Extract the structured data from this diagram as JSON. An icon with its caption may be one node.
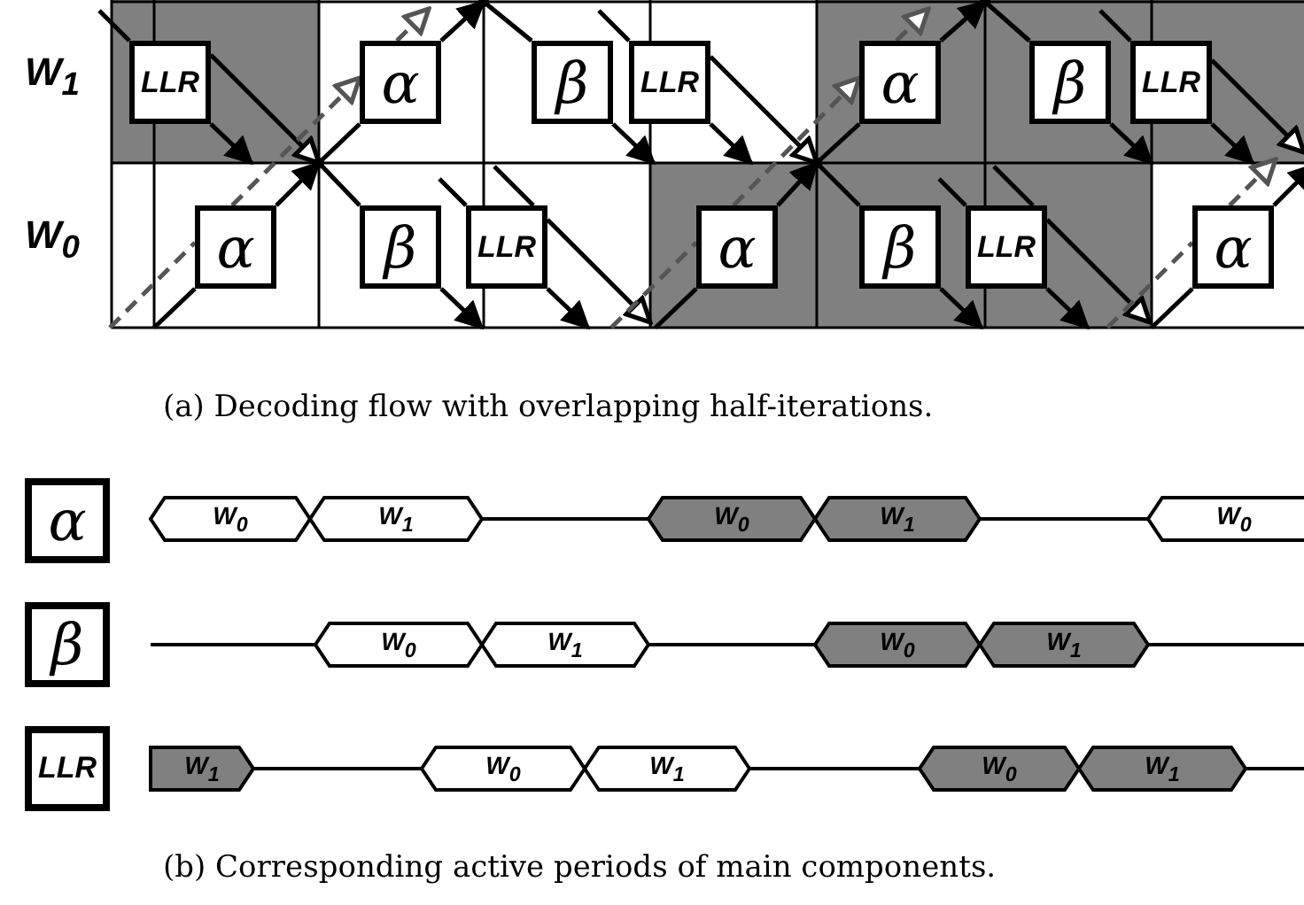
{
  "diagram": {
    "nodes": [
      {
        "text": [
          "LLR"
        ]
      },
      {
        "text": [
          "α"
        ]
      },
      {
        "text": [
          "β"
        ]
      },
      {
        "text": [
          "LLR"
        ]
      },
      {
        "text": [
          "α"
        ]
      },
      {
        "text": [
          "β"
        ]
      },
      {
        "text": [
          "LLR"
        ]
      },
      {
        "text": [
          "α"
        ]
      },
      {
        "text": [
          "β"
        ]
      },
      {
        "text": [
          "LLR"
        ]
      },
      {
        "text": [
          "α"
        ]
      },
      {
        "text": [
          "β"
        ]
      },
      {
        "text": [
          "LLR"
        ]
      },
      {
        "text": [
          "α"
        ]
      },
      {
        "text": [
          "α"
        ]
      },
      {
        "text": [
          "W$_{0}$"
        ]
      },
      {
        "text": [
          "W$_{1}$"
        ]
      },
      {
        "text": [
          "W$_{0}$"
        ]
      },
      {
        "text": [
          "W$_{1}$"
        ]
      },
      {
        "text": [
          "W$_{0}$"
        ]
      },
      {
        "text": [
          "β"
        ]
      },
      {
        "text": [
          "W$_{0}$"
        ]
      },
      {
        "text": [
          "W$_{1}$"
        ]
      },
      {
        "text": [
          "W$_{0}$"
        ]
      },
      {
        "text": [
          "W$_{1}$"
        ]
      },
      {
        "text": [
          "LLR"
        ]
      },
      {
        "text": [
          "W$_{1}$"
        ]
      },
      {
        "text": [
          "W$_{0}$"
        ]
      },
      {
        "text": [
          "W$_{1}$"
        ]
      },
      {
        "text": [
          "W$_{0}$"
        ]
      },
      {
        "text": [
          "W$_{1}$"
        ]
      },
      {
        "text": [],
        "shape": "circle"
      },
      {
        "text": [],
        "shape": "circle"
      },
      {
        "text": [],
        "shape": "circle"
      },
      {
        "text": [],
        "shape": "circle"
      }
    ],
    "edges": [
      {
        "from": 7,
        "to": 31,
        "arrow": "to"
      },
      {
        "from": 0,
        "to": 31,
        "arrow": "to"
      },
      {
        "from": 31,
        "to": 1,
        "arrow": "none"
      },
      {
        "from": 31,
        "to": 8,
        "arrow": "none"
      },
      {
        "from": 0,
        "to": 7,
        "arrow": "to"
      },
      {
        "from": null,
        "to": 0,
        "arrow": "none"
      },
      {
        "from": null,
        "to": 7,
        "arrow": "none"
      },
      {
        "from": 1,
        "to": 33,
        "arrow": "to"
      },
      {
        "from": 33,
        "to": 2,
        "arrow": "none"
      },
      {
        "from": 2,
        "to": 3,
        "arrow": "to"
      },
      {
        "from": null,
        "to": 3,
        "arrow": "none"
      },
      {
        "from": 3,
        "to": 10,
        "arrow": "to"
      },
      {
        "from": 10,
        "to": 32,
        "arrow": "to"
      },
      {
        "from": 3,
        "to": 32,
        "arrow": "to"
      },
      {
        "from": 32,
        "to": 4,
        "arrow": "none"
      },
      {
        "from": 32,
        "to": 11,
        "arrow": "none"
      },
      {
        "from": null,
        "to": 10,
        "arrow": "none"
      },
      {
        "from": 4,
        "to": 34,
        "arrow": "to"
      },
      {
        "from": 34,
        "to": 5,
        "arrow": "none"
      },
      {
        "from": 5,
        "to": 6,
        "arrow": "to"
      },
      {
        "from": null,
        "to": 6,
        "arrow": "none"
      },
      {
        "from": 6,
        "to": 13,
        "arrow": "to"
      },
      {
        "from": 13,
        "to": null,
        "arrow": "to"
      },
      {
        "from": 6,
        "to": null,
        "arrow": "to"
      },
      {
        "from": null,
        "to": 13,
        "arrow": "none"
      },
      {
        "from": 8,
        "to": 9,
        "arrow": "to"
      },
      {
        "from": null,
        "to": 9,
        "arrow": "none"
      },
      {
        "from": 9,
        "to": null,
        "arrow": "to"
      },
      {
        "from": 9,
        "to": null,
        "arrow": "to"
      },
      {
        "from": null,
        "to": 9,
        "arrow": "none"
      },
      {
        "from": 11,
        "to": 12,
        "arrow": "to"
      },
      {
        "from": null,
        "to": 12,
        "arrow": "none"
      },
      {
        "from": 12,
        "to": null,
        "arrow": "to"
      },
      {
        "from": null,
        "to": 12,
        "arrow": "none"
      },
      {
        "from": 12,
        "to": null,
        "arrow": "to"
      },
      {
        "from": null,
        "to": 7,
        "arrow": "none",
        "style": "dashed",
        "color": "#555555"
      },
      {
        "from": 7,
        "to": 1,
        "arrow": "to",
        "style": "dashed",
        "color": "#555555"
      },
      {
        "from": 1,
        "to": null,
        "arrow": "to",
        "style": "dashed",
        "color": "#555555"
      },
      {
        "from": null,
        "to": 10,
        "arrow": "none",
        "style": "dashed",
        "color": "#555555"
      },
      {
        "from": 10,
        "to": 4,
        "arrow": "to",
        "style": "dashed",
        "color": "#555555"
      },
      {
        "from": 4,
        "to": null,
        "arrow": "to",
        "style": "dashed",
        "color": "#555555"
      },
      {
        "from": null,
        "to": 13,
        "arrow": "none",
        "style": "dashed",
        "color": "#555555"
      },
      {
        "from": 13,
        "to": null,
        "arrow": "to",
        "style": "dashed",
        "color": "#555555"
      },
      {
        "from": 16,
        "to": 17,
        "arrow": "none"
      },
      {
        "from": 18,
        "to": 19,
        "arrow": "none"
      },
      {
        "from": null,
        "to": 21,
        "arrow": "none"
      },
      {
        "from": 22,
        "to": 23,
        "arrow": "none"
      },
      {
        "from": 24,
        "to": null,
        "arrow": "none"
      },
      {
        "from": 26,
        "to": 27,
        "arrow": "none"
      },
      {
        "from": 28,
        "to": 29,
        "arrow": "none"
      },
      {
        "from": 30,
        "to": null,
        "arrow": "none"
      }
    ],
    "labels": [
      "W$_{1}$",
      "W$_{0}$",
      "(a) Decoding flow with overlapping half-iterations.",
      "(b) Corresponding active periods of main components."
    ]
  }
}
